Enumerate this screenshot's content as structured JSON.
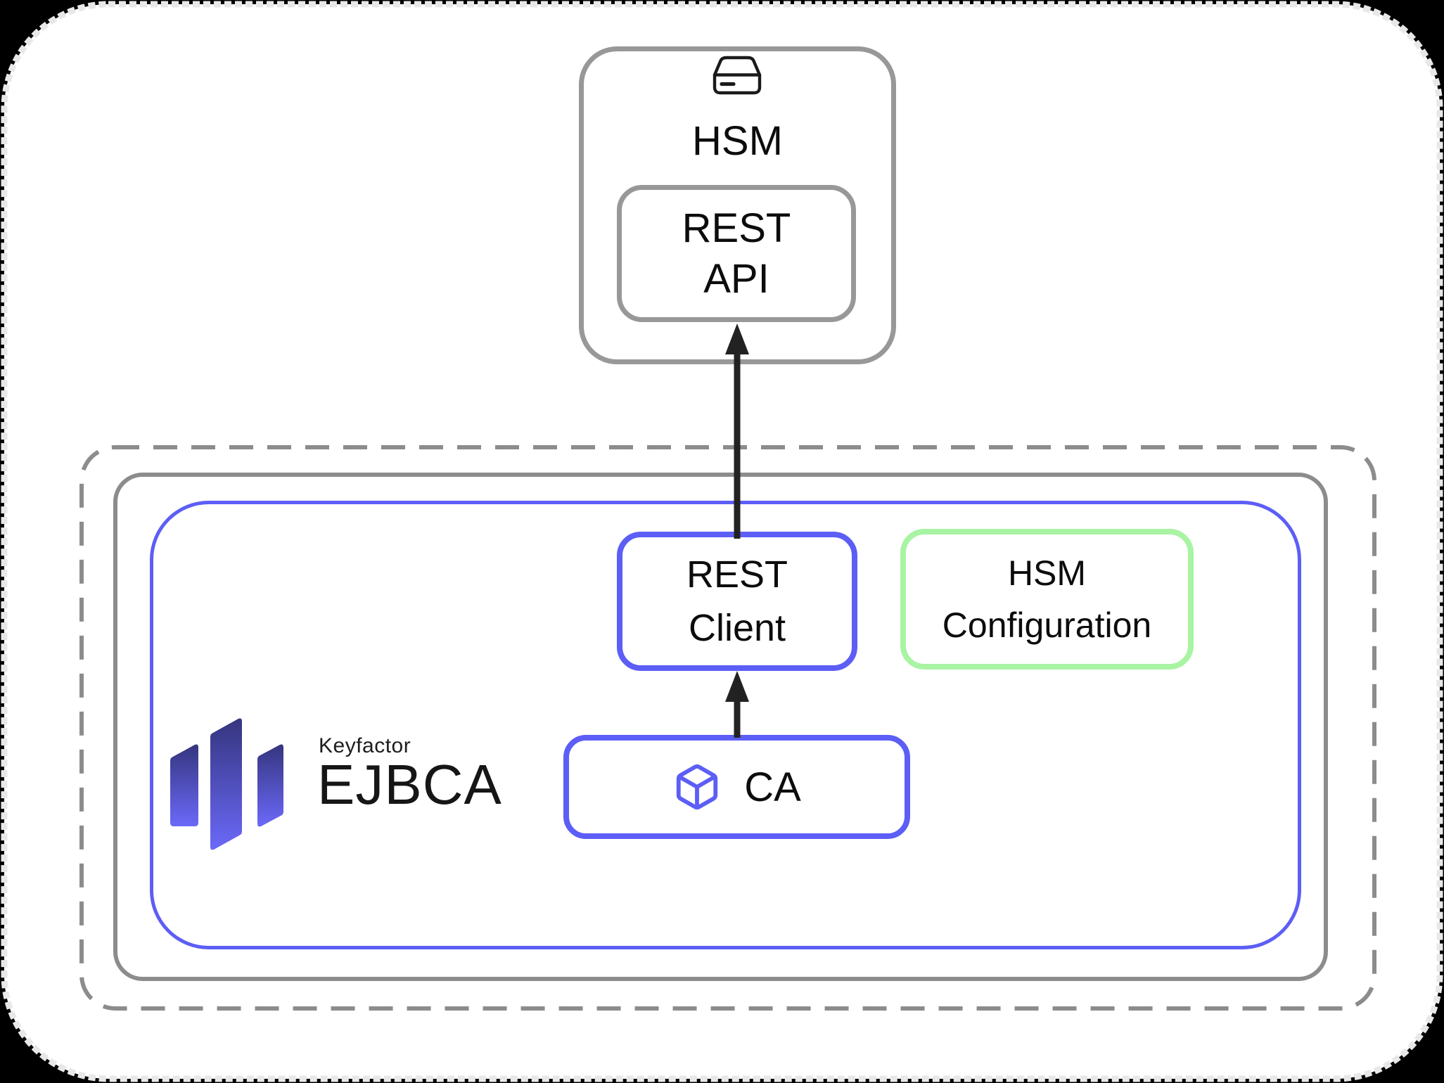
{
  "page": {
    "background_color": "#000000",
    "sheet_color": "#ffffff",
    "perforation_color": "#e8e8e8"
  },
  "hsm_unit": {
    "label": "HSM",
    "icon": "hard-drive-icon",
    "border_color": "#989898",
    "rest_api": {
      "line1": "REST",
      "line2": "API",
      "border_color": "#989898"
    }
  },
  "deployment": {
    "outer_border_style": "dashed",
    "outer_border_color": "#8c8c8c",
    "host_border_color": "#8c8c8c",
    "ejbca_container": {
      "border_color": "#5c5ef6",
      "logo": {
        "brand": "Keyfactor",
        "product": "EJBCA",
        "icon": "keyfactor-bars-icon",
        "gradient_top": "#35357e",
        "gradient_bottom": "#6b69f9"
      },
      "rest_client": {
        "line1": "REST",
        "line2": "Client",
        "border_color": "#5c5ef6"
      },
      "hsm_configuration": {
        "line1": "HSM",
        "line2": "Configuration",
        "border_color": "#a8f4a3"
      },
      "ca": {
        "label": "CA",
        "icon": "cube-icon",
        "border_color": "#5c5ef6"
      }
    }
  },
  "arrows": {
    "color": "#222222",
    "connections": [
      {
        "from": "CA",
        "to": "REST Client"
      },
      {
        "from": "REST Client",
        "to": "REST API"
      }
    ]
  }
}
